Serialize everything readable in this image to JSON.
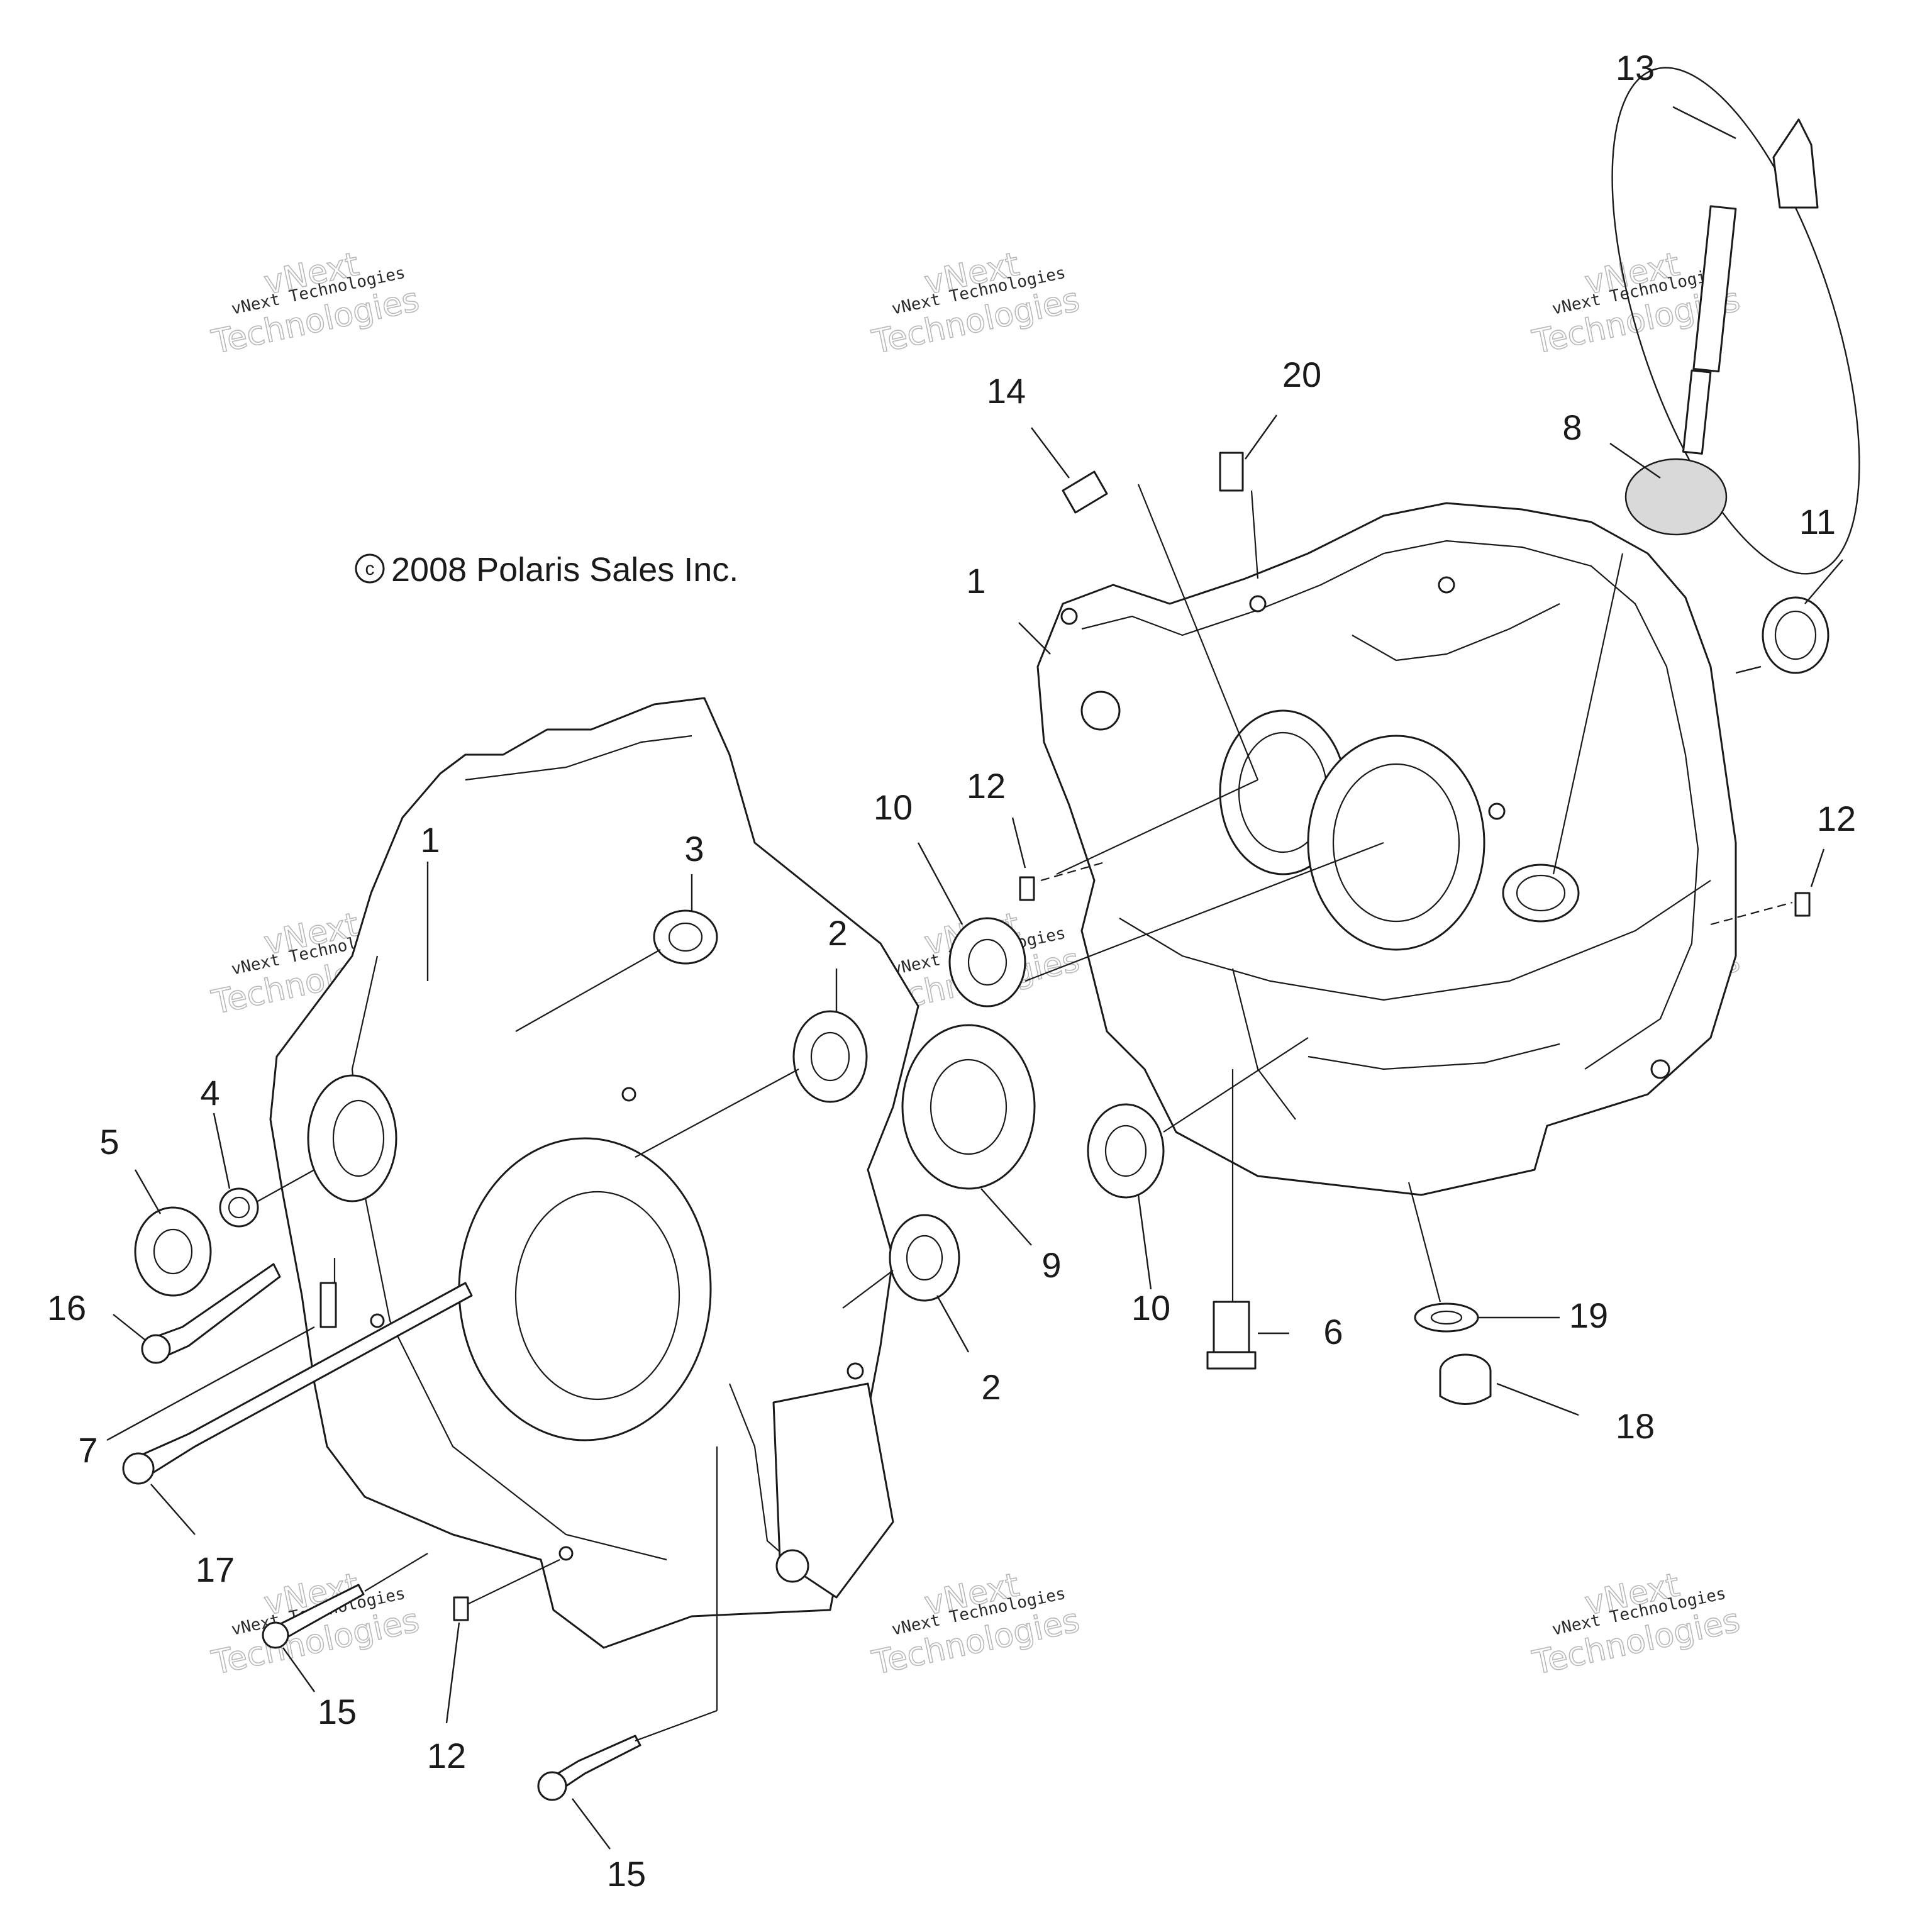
{
  "copyright": "2008 Polaris Sales Inc.",
  "copyright_symbol": "c",
  "watermark": {
    "line1": "vNext Technologies",
    "line2": "vNext",
    "line3": "Technologies"
  },
  "labels": {
    "l1a": "1",
    "l1b": "1",
    "l2a": "2",
    "l2b": "2",
    "l3": "3",
    "l4": "4",
    "l5": "5",
    "l6": "6",
    "l7": "7",
    "l8": "8",
    "l9": "9",
    "l10a": "10",
    "l10b": "10",
    "l11": "11",
    "l12a": "12",
    "l12b": "12",
    "l12c": "12",
    "l13": "13",
    "l14": "14",
    "l15a": "15",
    "l15b": "15",
    "l16": "16",
    "l17": "17",
    "l18": "18",
    "l19": "19",
    "l20": "20"
  }
}
